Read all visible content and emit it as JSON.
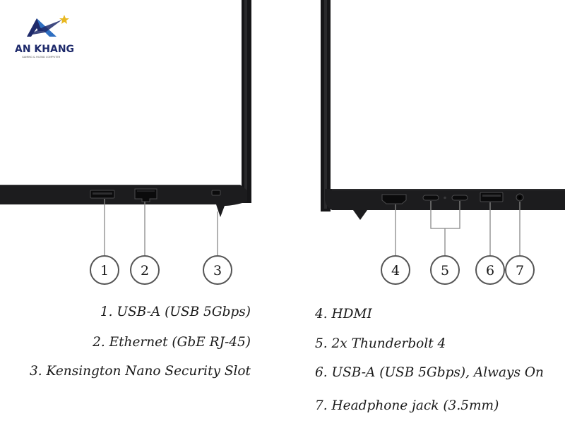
{
  "logo": {
    "brand": "AN KHANG",
    "tagline": "GAMING & HI-END COMPUTER"
  },
  "callouts": [
    "1",
    "2",
    "3",
    "4",
    "5",
    "6",
    "7"
  ],
  "labels": {
    "left": [
      "1. USB-A (USB 5Gbps)",
      "2. Ethernet (GbE RJ-45)",
      "3. Kensington Nano Security Slot"
    ],
    "right": [
      "4. HDMI",
      "5. 2x Thunderbolt 4",
      "6. USB-A (USB 5Gbps), Always On",
      "7. Headphone jack (3.5mm)"
    ]
  },
  "colors": {
    "laptop_body": "#1c1c1e",
    "circle_stroke": "#555555",
    "line": "#888888",
    "logo_navy": "#1e2a6b",
    "logo_gold": "#e8b820"
  }
}
